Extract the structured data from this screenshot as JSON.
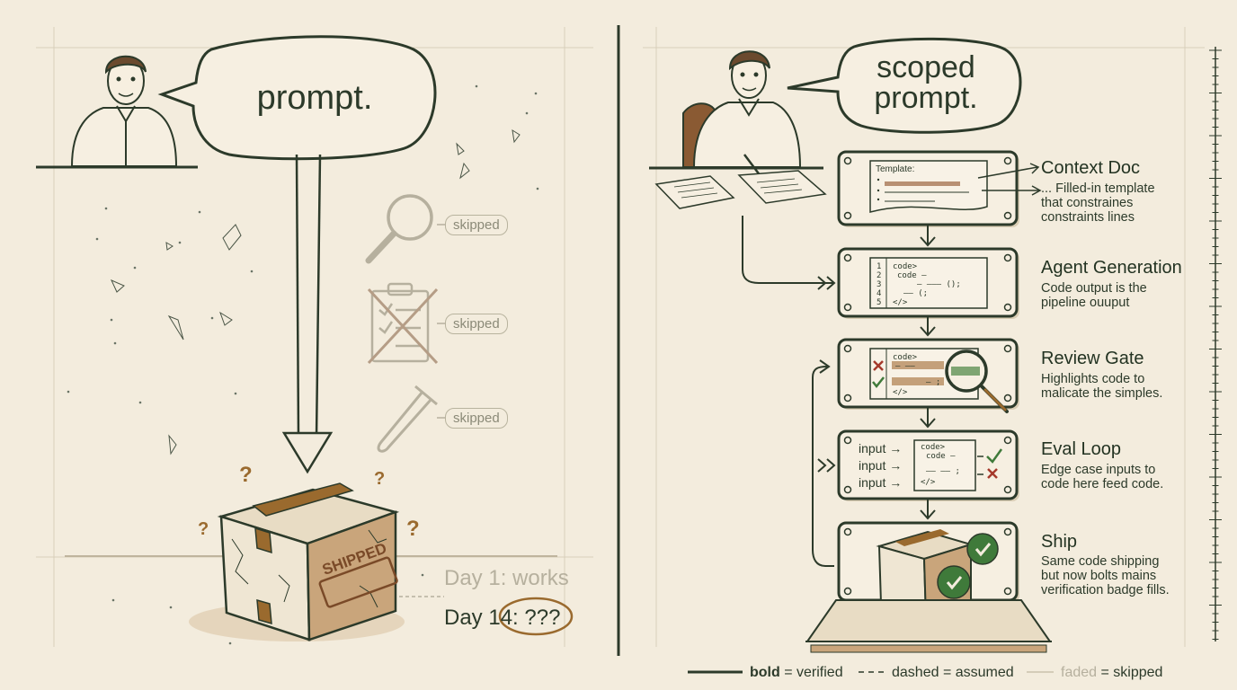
{
  "left_panel": {
    "bubble_text": "prompt.",
    "skipped_labels": [
      "skipped",
      "skipped",
      "skipped"
    ],
    "icons": [
      "magnifier-icon",
      "crossed-checklist-icon",
      "test-tube-icon"
    ],
    "box_stamp": "SHIPPED",
    "question_marks": [
      "?",
      "?",
      "?",
      "?"
    ],
    "day1_text": "Day 1: works",
    "day14_text": "Day 14: ???"
  },
  "right_panel": {
    "bubble_line1": "scoped",
    "bubble_line2": "prompt.",
    "steps": [
      {
        "title": "Context Doc",
        "desc_lines": [
          "... Filled-in template",
          "that constraines",
          "constraints lines"
        ],
        "card_label": "Template:"
      },
      {
        "title": "Agent Generation",
        "desc_lines": [
          "Code output is the",
          "pipeline ouuput"
        ],
        "code_lines": [
          "code>",
          "code —",
          "— ——— ();",
          "—— (;",
          "</>"
        ],
        "line_numbers": [
          "1",
          "2",
          "3",
          "4",
          "5"
        ]
      },
      {
        "title": "Review Gate",
        "desc_lines": [
          "Highlights code to",
          "malicate the simples."
        ],
        "code_lines": [
          "code>",
          "— ——",
          "— ;",
          "</>"
        ]
      },
      {
        "title": "Eval Loop",
        "desc_lines": [
          "Edge case inputs to",
          "code here feed code."
        ],
        "inputs": [
          "input →",
          "input →",
          "input →"
        ],
        "code_lines": [
          "code>",
          "code —",
          "—— —— ;",
          "</>"
        ]
      },
      {
        "title": "Ship",
        "desc_lines": [
          "Same code shipping",
          "but now bolts mains",
          "verification badge fills."
        ]
      }
    ]
  },
  "legend": {
    "bold_word": "bold",
    "bold_rest": "= verified",
    "dashed_text": "dashed = assumed",
    "faded_word": "faded",
    "faded_rest": "= skipped"
  },
  "colors": {
    "background": "#f3ecdd",
    "ink": "#2c3a2a",
    "faded": "#b6b09e",
    "brown": "#9a6a2e",
    "check_green": "#3f7a3a",
    "cross_red": "#a5392b"
  }
}
